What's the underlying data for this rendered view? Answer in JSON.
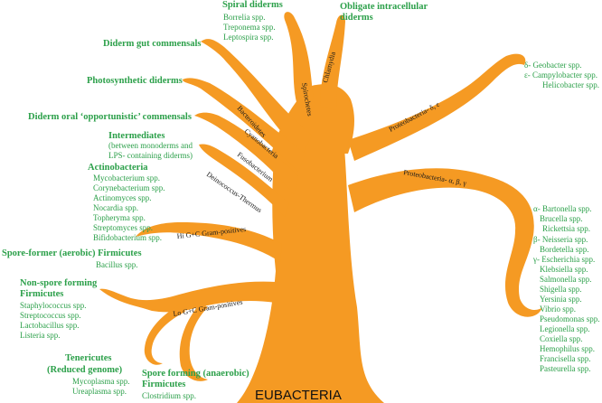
{
  "root_label": "EUBACTERIA",
  "colors": {
    "tree": "#f59a23",
    "group_text": "#2ca04a",
    "branch_text": "#1a1a1a"
  },
  "branch_labels": {
    "spirochetes": "Spirochetes",
    "chlamydia": "Chlamydia",
    "bacteroidetes": "Bacteroidetes",
    "cyanobacteria": "Cyanobacteria",
    "fusobacterium": "Fusobacterium",
    "deinococcus": "Deinococcus-Thermus",
    "hi_gc": "Hi G+C  Gram-positives",
    "lo_gc": "Lo G+C  Gram-positives",
    "proteo_de": "Proteobacteria- δ, ε",
    "proteo_abg": "Proteobacteria- α, β, γ"
  },
  "groups": {
    "spiral": {
      "title": "Spiral diderms",
      "items": [
        "Borrelia spp.",
        "Treponema spp.",
        "Leptospira spp."
      ]
    },
    "obligate": {
      "title_lines": [
        "Obligate intracellular",
        "diderms"
      ]
    },
    "gut": {
      "title": "Diderm gut commensals"
    },
    "photo": {
      "title": "Photosynthetic diderms"
    },
    "oral": {
      "title": "Diderm oral ‘opportunistic’ commensals"
    },
    "intermediates": {
      "title": "Intermediates",
      "sub_lines": [
        "(between monoderms and",
        "LPS- containing diderms)"
      ]
    },
    "actino": {
      "title": "Actinobacteria",
      "items": [
        "Mycobacterium spp.",
        "Corynebacterium spp.",
        "Actinomyces spp.",
        "Nocardia spp.",
        "Topheryma spp.",
        "Streptomyces spp.",
        "Bifidobacterium spp."
      ]
    },
    "spore_aerobic": {
      "title": "Spore-former  (aerobic) Firmicutes",
      "items": [
        "Bacillus spp."
      ]
    },
    "nonspore": {
      "title_lines": [
        "Non-spore forming",
        "Firmicutes"
      ],
      "items": [
        "Staphylococcus spp.",
        "Streptococcus spp.",
        "Lactobacillus spp.",
        "Listeria spp."
      ]
    },
    "tenericutes": {
      "title_lines": [
        "Tenericutes",
        "(Reduced genome)"
      ],
      "items": [
        "Mycoplasma spp.",
        "Ureaplasma spp."
      ]
    },
    "spore_anaerobic": {
      "title_lines": [
        "Spore forming  (anaerobic)",
        "Firmicutes"
      ],
      "items": [
        "Clostridium spp."
      ]
    },
    "delta_eps": {
      "items": [
        "δ-  Geobacter spp.",
        "ε-  Campylobacter spp.",
        "Helicobacter spp."
      ]
    },
    "abg": {
      "items": [
        "α-  Bartonella spp.",
        "Brucella spp.",
        "Rickettsia spp.",
        "β-  Neisseria spp.",
        "Bordetella spp.",
        "γ-  Escherichia spp.",
        "Klebsiella spp.",
        "Salmonella spp.",
        "Shigella spp.",
        "Yersinia spp.",
        "Vibrio spp.",
        "Pseudomonas spp.",
        "Legionella spp.",
        "Coxiella spp.",
        "Hemophilus spp.",
        "Francisella spp.",
        "Pasteurella spp."
      ]
    }
  }
}
